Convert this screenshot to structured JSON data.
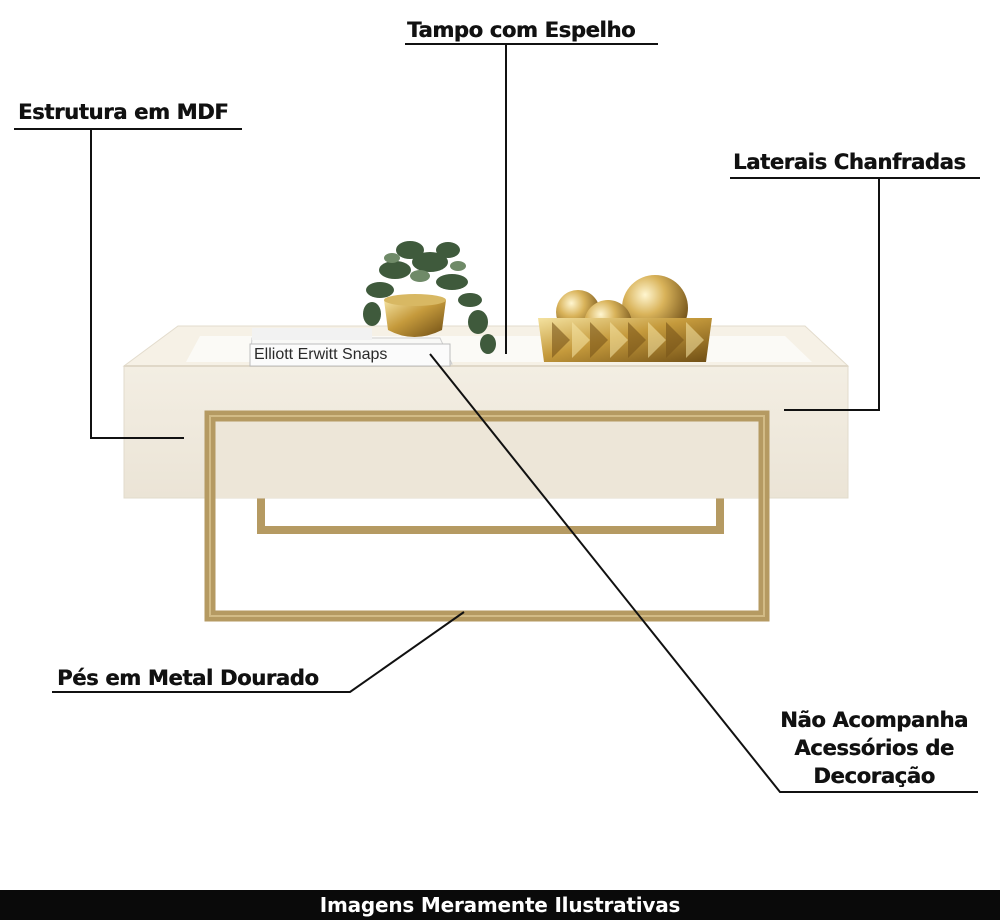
{
  "callouts": {
    "top": "Tampo com Espelho",
    "structure": "Estrutura em MDF",
    "sides": "Laterais Chanfradas",
    "feet": "Pés em Metal Dourado",
    "accessories_line1": "Não Acompanha",
    "accessories_line2": "Acessórios de",
    "accessories_line3": "Decoração"
  },
  "product": {
    "book_title": "Elliott Erwitt Snaps",
    "body_color": "#f1ebdf",
    "metal_color": "#b59a62",
    "mirror_color": "#fbfaf6"
  },
  "footer": {
    "text": "Imagens Meramente Ilustrativas"
  }
}
